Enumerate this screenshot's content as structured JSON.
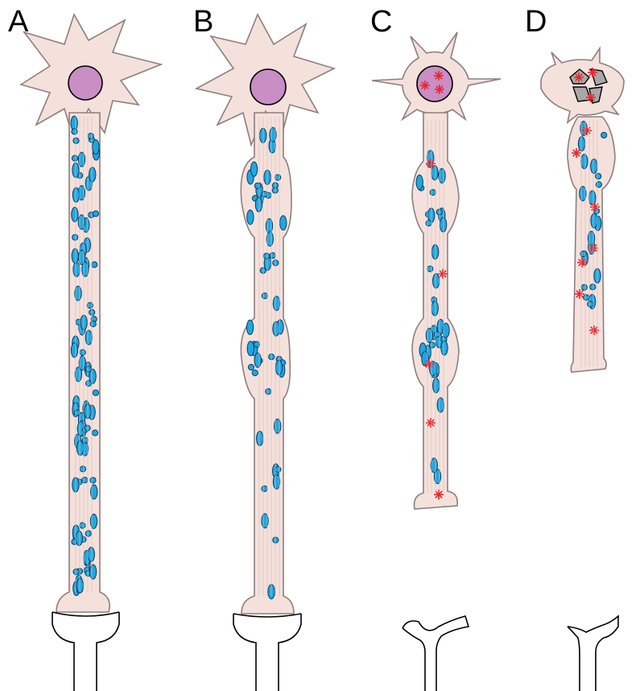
{
  "panels": [
    {
      "label": "A",
      "stage": "healthy",
      "nucleus": "intact",
      "axon": "uniform",
      "swellings": 0,
      "damage_markers": false,
      "synapse": "intact"
    },
    {
      "label": "B",
      "stage": "axonal-swelling",
      "nucleus": "intact",
      "axon": "beaded",
      "swellings": 2,
      "damage_markers": false,
      "synapse": "intact"
    },
    {
      "label": "C",
      "stage": "degeneration",
      "nucleus": "damaged",
      "axon": "beaded-retracting",
      "swellings": 2,
      "damage_markers": true,
      "synapse": "retracted"
    },
    {
      "label": "D",
      "stage": "late-degeneration",
      "nucleus": "fragmented",
      "axon": "short-retracted",
      "swellings": 1,
      "damage_markers": true,
      "synapse": "retracted"
    }
  ],
  "colors": {
    "cell_fill": "#f5e1dc",
    "cell_stroke": "#8c7f7d",
    "nucleus_fill": "#c98ec4",
    "nucleus_fragment_fill": "#a8a8a8",
    "organelle_fill": "#1ea7e1",
    "organelle_stroke": "#0b3e63",
    "damage_marker": "#e8272d",
    "postsynaptic_stroke": "#000000"
  },
  "icons": {
    "organelle": "ellipse-vesicle",
    "damage": "red-asterisk"
  }
}
